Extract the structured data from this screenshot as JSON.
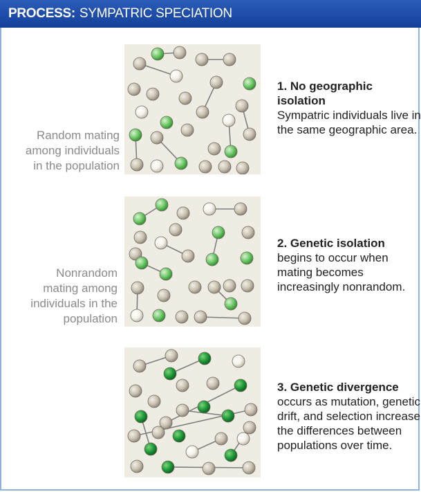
{
  "header": {
    "lead": "PROCESS:",
    "title": "SYMPATRIC SPECIATION"
  },
  "colors": {
    "header_blue": "#1e4ea8",
    "panel_bg": "#efece4",
    "gray_sphere": "#cbc3b4",
    "white_sphere": "#f4f2ea",
    "light_green_sphere": "#6fc86a",
    "dark_green_sphere": "#1f9a3a"
  },
  "steps": [
    {
      "left_label": [
        "Random mating",
        "among individuals",
        "in the population"
      ],
      "title": "1. No geographic isolation",
      "body": "Sympatric individuals live in the same geographic area."
    },
    {
      "left_label": [
        "Nonrandom",
        "mating among",
        "individuals in the",
        "population"
      ],
      "title": "2. Genetic isolation",
      "body": "begins to occur when mating becomes increasingly nonrandom."
    },
    {
      "title": "3. Genetic divergence",
      "body": "occurs as mutation, genetic drift, and selection increase the differences between populations over time."
    }
  ]
}
